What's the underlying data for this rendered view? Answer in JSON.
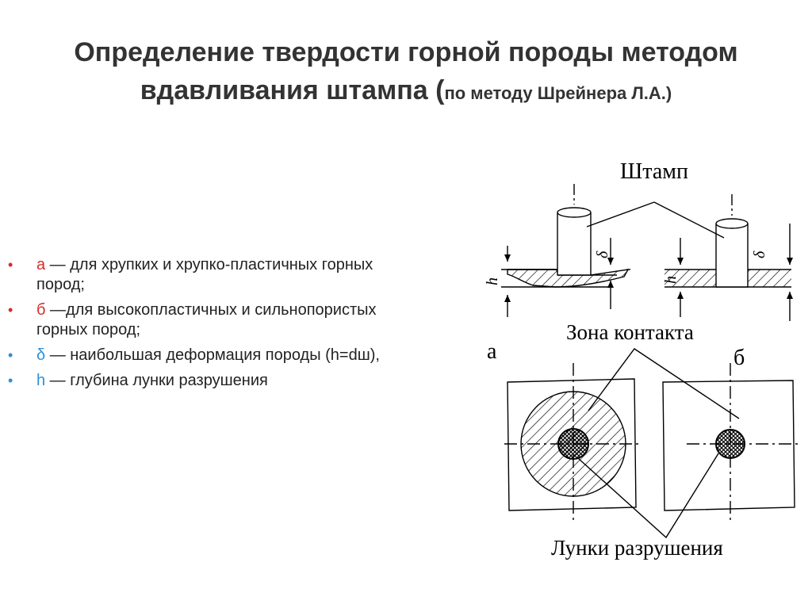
{
  "slide": {
    "title_line1": "Определение твердости горной породы методом",
    "title_line2_main": "вдавливания штампа (",
    "title_line2_sub": "по методу Шрейнера Л.А.)"
  },
  "bullets": [
    {
      "key": "а",
      "key_color": "#d62b2b",
      "dot_color": "#d62b2b",
      "text": " — для хрупких и хрупко-пластичных горных пород;"
    },
    {
      "key": "б",
      "key_color": "#d62b2b",
      "dot_color": "#d62b2b",
      "text": " —для высокопластичных и сильнопористых горных пород;"
    },
    {
      "key": "δ",
      "key_color": "#2f8fd6",
      "dot_color": "#2f8fd6",
      "text": " — наибольшая деформация породы (h=dш),"
    },
    {
      "key": "h",
      "key_color": "#2f8fd6",
      "dot_color": "#2f8fd6",
      "text": " — глубина лунки разрушения"
    }
  ],
  "diagram": {
    "label_stamp": "Штамп",
    "label_contact_zone": "Зона контакта",
    "label_pits": "Лунки разрушения",
    "label_a": "а",
    "label_b": "б",
    "label_h_left": "h",
    "label_delta_left": "δ",
    "label_h_right": "h",
    "label_delta_right": "δ"
  }
}
